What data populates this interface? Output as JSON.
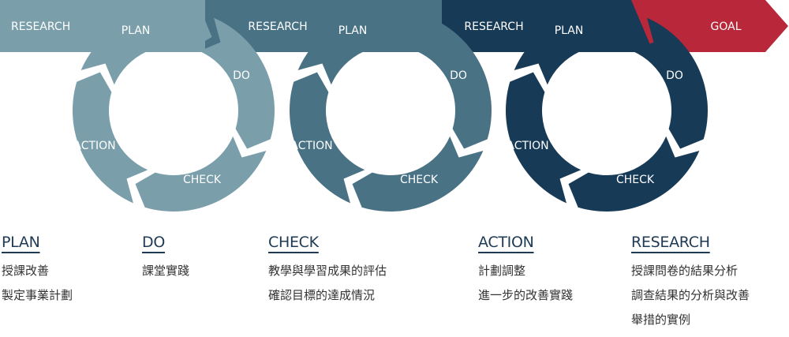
{
  "colors": {
    "light": "#7a9eaa",
    "mid": "#4a7285",
    "dark": "#173a57",
    "goal": "#b8273a"
  },
  "banner": {
    "segments": [
      {
        "label": "RESEARCH",
        "color": "light"
      },
      {
        "label": "RESEARCH",
        "color": "mid"
      },
      {
        "label": "RESEARCH",
        "color": "dark"
      },
      {
        "label": "GOAL",
        "color": "goal"
      }
    ]
  },
  "cycles": [
    {
      "color": "light",
      "plan": "PLAN",
      "do": "DO",
      "check": "CHECK",
      "action": "ACTION"
    },
    {
      "color": "mid",
      "plan": "PLAN",
      "do": "DO",
      "check": "CHECK",
      "action": "ACTION"
    },
    {
      "color": "dark",
      "plan": "PLAN",
      "do": "DO",
      "check": "CHECK",
      "action": "ACTION"
    }
  ],
  "legend": [
    {
      "heading": "PLAN",
      "lines": [
        "授課改善",
        "製定事業計劃"
      ]
    },
    {
      "heading": "DO",
      "lines": [
        "課堂實踐"
      ]
    },
    {
      "heading": "CHECK",
      "lines": [
        "教學與學習成果的評估",
        "確認目標的達成情況"
      ]
    },
    {
      "heading": "ACTION",
      "lines": [
        "計劃調整",
        "進一步的改善實踐"
      ]
    },
    {
      "heading": "RESEARCH",
      "lines": [
        "授課問卷的結果分析",
        "調查結果的分析與改善",
        "舉措的實例"
      ]
    }
  ]
}
